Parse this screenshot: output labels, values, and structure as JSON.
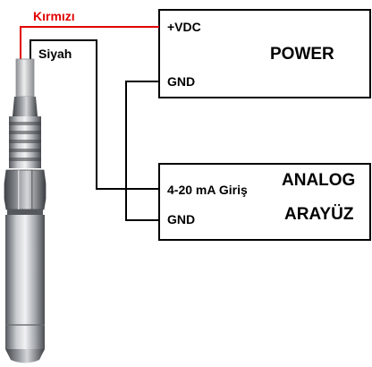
{
  "wires": {
    "red_label": "Kırmızı",
    "black_label": "Siyah",
    "red_color": "#e10000",
    "black_color": "#000000"
  },
  "power_box": {
    "vdc_label": "+VDC",
    "title": "POWER",
    "gnd_label": "GND"
  },
  "analog_box": {
    "input_label": "4-20 mA Giriş",
    "title_line1": "ANALOG",
    "title_line2": "ARAYÜZ",
    "gnd_label": "GND"
  },
  "sensor": {
    "body_color": "#9a9ea3",
    "highlight_color": "#e6e8ea",
    "shadow_color": "#4a4d52"
  }
}
